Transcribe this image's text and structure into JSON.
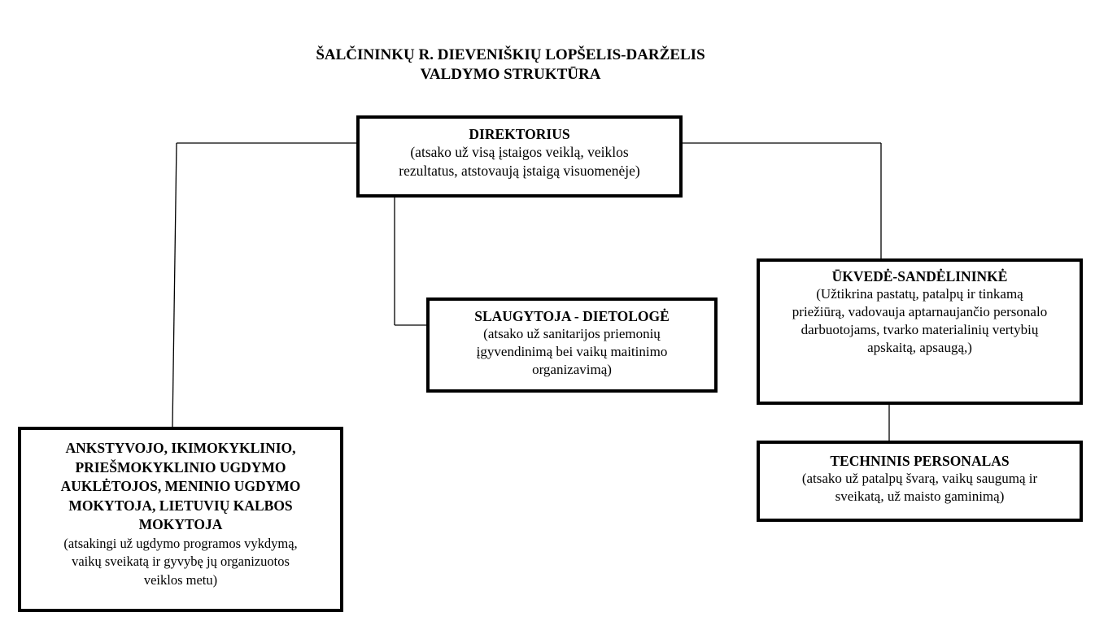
{
  "document": {
    "title_line_1": "ŠALČININKŲ R. DIEVENIŠKIŲ LOPŠELIS-DARŽELIS",
    "title_line_2": "VALDYMO STRUKTŪRA"
  },
  "colors": {
    "line": "#000000",
    "background": "#ffffff"
  },
  "boxes": {
    "director": {
      "heading": "DIREKTORIUS",
      "desc_line_1": "(atsako už visą įstaigos veiklą, veiklos",
      "desc_line_2": "rezultatus, atstovaują įstaigą visuomenėje)"
    },
    "nurse": {
      "heading": "SLAUGYTOJA - DIETOLOGĖ",
      "desc_line_1": "(atsako už sanitarijos priemonių",
      "desc_line_2": "įgyvendinimą bei vaikų maitinimo",
      "desc_line_3": "organizavimą)"
    },
    "supply": {
      "heading": "ŪKVEDĖ-SANDĖLININKĖ",
      "desc_line_1": "(Užtikrina pastatų, patalpų ir tinkamą",
      "desc_line_2": "priežiūrą, vadovauja aptarnaujančio personalo",
      "desc_line_3": "darbuotojams, tvarko materialinių vertybių",
      "desc_line_4": "apskaitą, apsaugą,)"
    },
    "tech": {
      "heading": "TECHNINIS PERSONALAS",
      "desc_line_1": "(atsako už patalpų švarą, vaikų saugumą ir",
      "desc_line_2": "sveikatą, už maisto gaminimą)"
    },
    "teachers": {
      "heading_line_1": "ANKSTYVOJO, IKIMOKYKLINIO,",
      "heading_line_2": "PRIEŠMOKYKLINIO UGDYMO",
      "heading_line_3": "AUKLĖTOJOS, MENINIO UGDYMO",
      "heading_line_4": "MOKYTOJA, LIETUVIŲ KALBOS",
      "heading_line_5": "MOKYTOJA",
      "desc_line_1": "(atsakingi už ugdymo programos vykdymą,",
      "desc_line_2": "vaikų sveikatą ir gyvybę jų organizuotos",
      "desc_line_3": "veiklos metu)"
    }
  }
}
